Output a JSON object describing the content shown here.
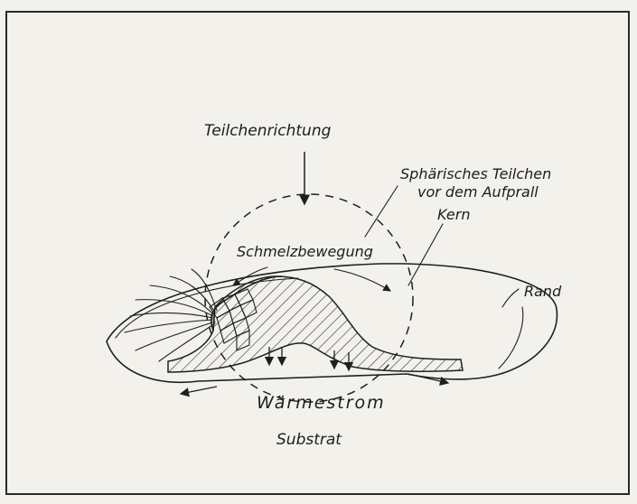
{
  "labels": {
    "direction": "Teilchenrichtung",
    "sphere_line1": "Sphärisches Teilchen",
    "sphere_line2": "vor dem Aufprall",
    "core": "Kern",
    "melt": "Schmelzbewegung",
    "rim": "Rand",
    "heat": "Wärmestrom",
    "substrate": "Substrat"
  },
  "colors": {
    "ink": "#1f1f1f",
    "paper": "#f3f1ec"
  }
}
